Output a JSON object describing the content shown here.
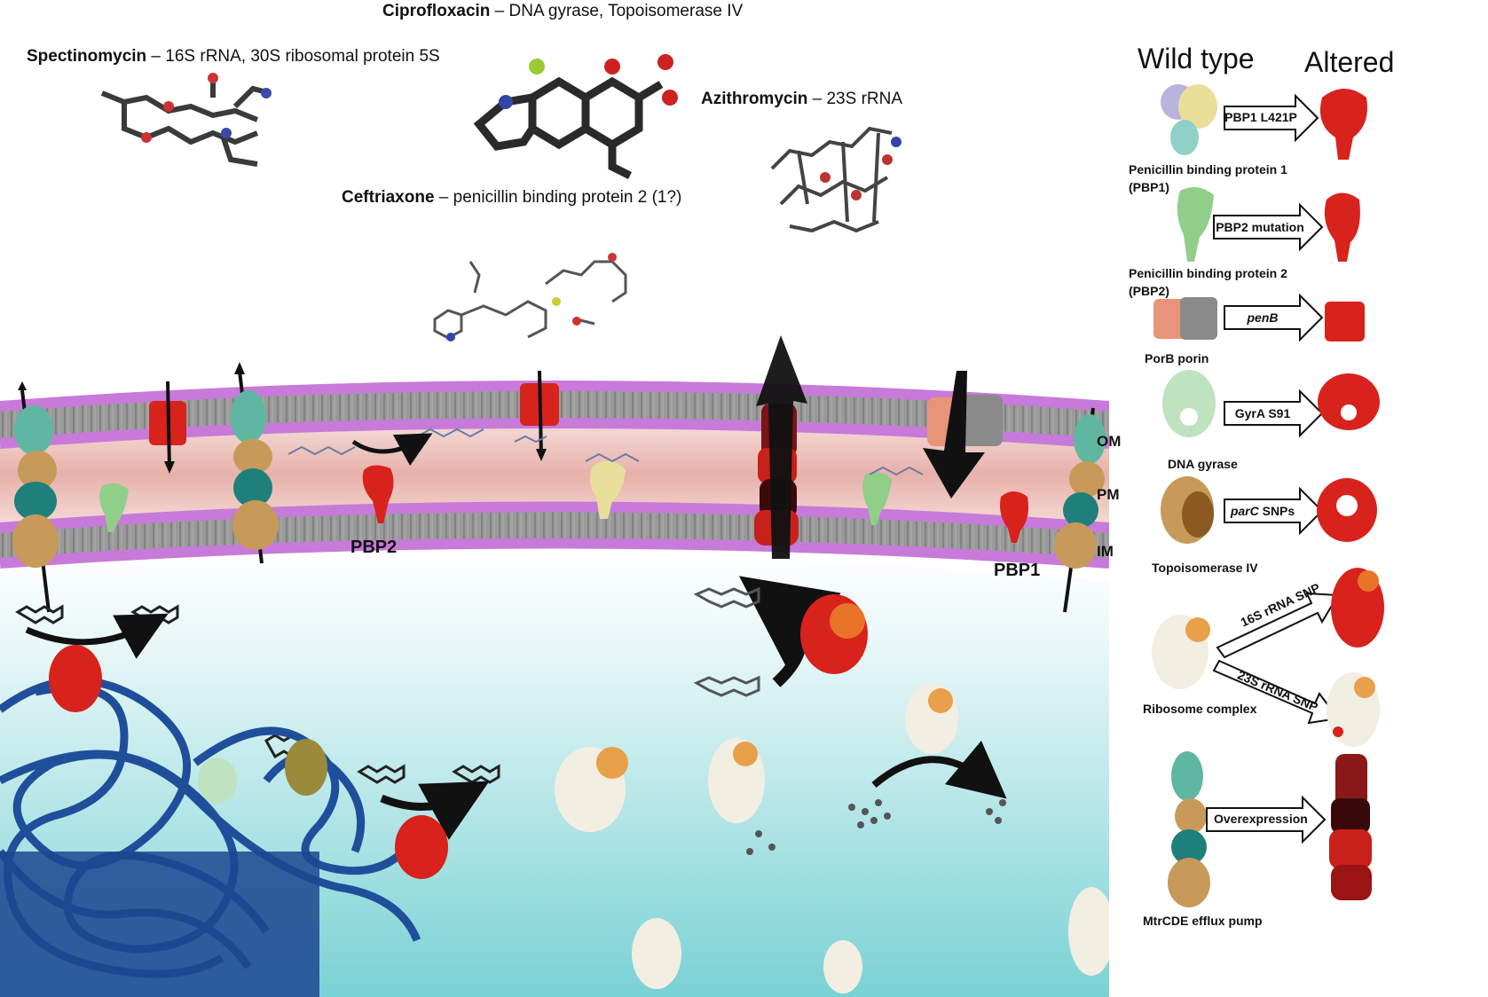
{
  "drugs": {
    "spectinomycin": {
      "name": "Spectinomycin",
      "targets": " – 16S rRNA, 30S ribosomal protein 5S"
    },
    "ciprofloxacin": {
      "name": "Ciprofloxacin",
      "targets": " – DNA gyrase, Topoisomerase IV"
    },
    "azithromycin": {
      "name": "Azithromycin",
      "targets": " – 23S rRNA"
    },
    "ceftriaxone": {
      "name": "Ceftriaxone",
      "targets": " – penicillin binding protein 2 (1?)"
    }
  },
  "membrane_labels": {
    "om": "OM",
    "pm": "PM",
    "im": "IM"
  },
  "protein_labels": {
    "pbp2": "PBP2",
    "pbp1": "PBP1"
  },
  "legend": {
    "wild_type": "Wild type",
    "altered": "Altered",
    "rows": [
      {
        "name": "Penicillin binding protein 1 (PBP1)",
        "change": "PBP1 L421P"
      },
      {
        "name": "Penicillin binding protein 2 (PBP2)",
        "change": "PBP2 mutation"
      },
      {
        "name": "PorB porin",
        "change": "penB"
      },
      {
        "name": "DNA gyrase",
        "change": "GyrA S91"
      },
      {
        "name": "Topoisomerase IV",
        "change": "parC SNPs",
        "change_italic": "parC",
        "change_rest": " SNPs"
      },
      {
        "name": "Ribosome complex",
        "change": "16S rRNA SNP",
        "change2": "23S rRNA SNP"
      },
      {
        "name": "MtrCDE efflux pump",
        "change": "Overexpression"
      }
    ]
  },
  "colors": {
    "membrane_lipid": "#c77ad9",
    "membrane_core": "#8a8a8a",
    "periplasm": "#e9b7b0",
    "cytoplasm_top": "#e6f6f7",
    "cytoplasm_bottom": "#7fd4d6",
    "altered_protein": "#d8221c",
    "dna": "#1f4f9a"
  }
}
